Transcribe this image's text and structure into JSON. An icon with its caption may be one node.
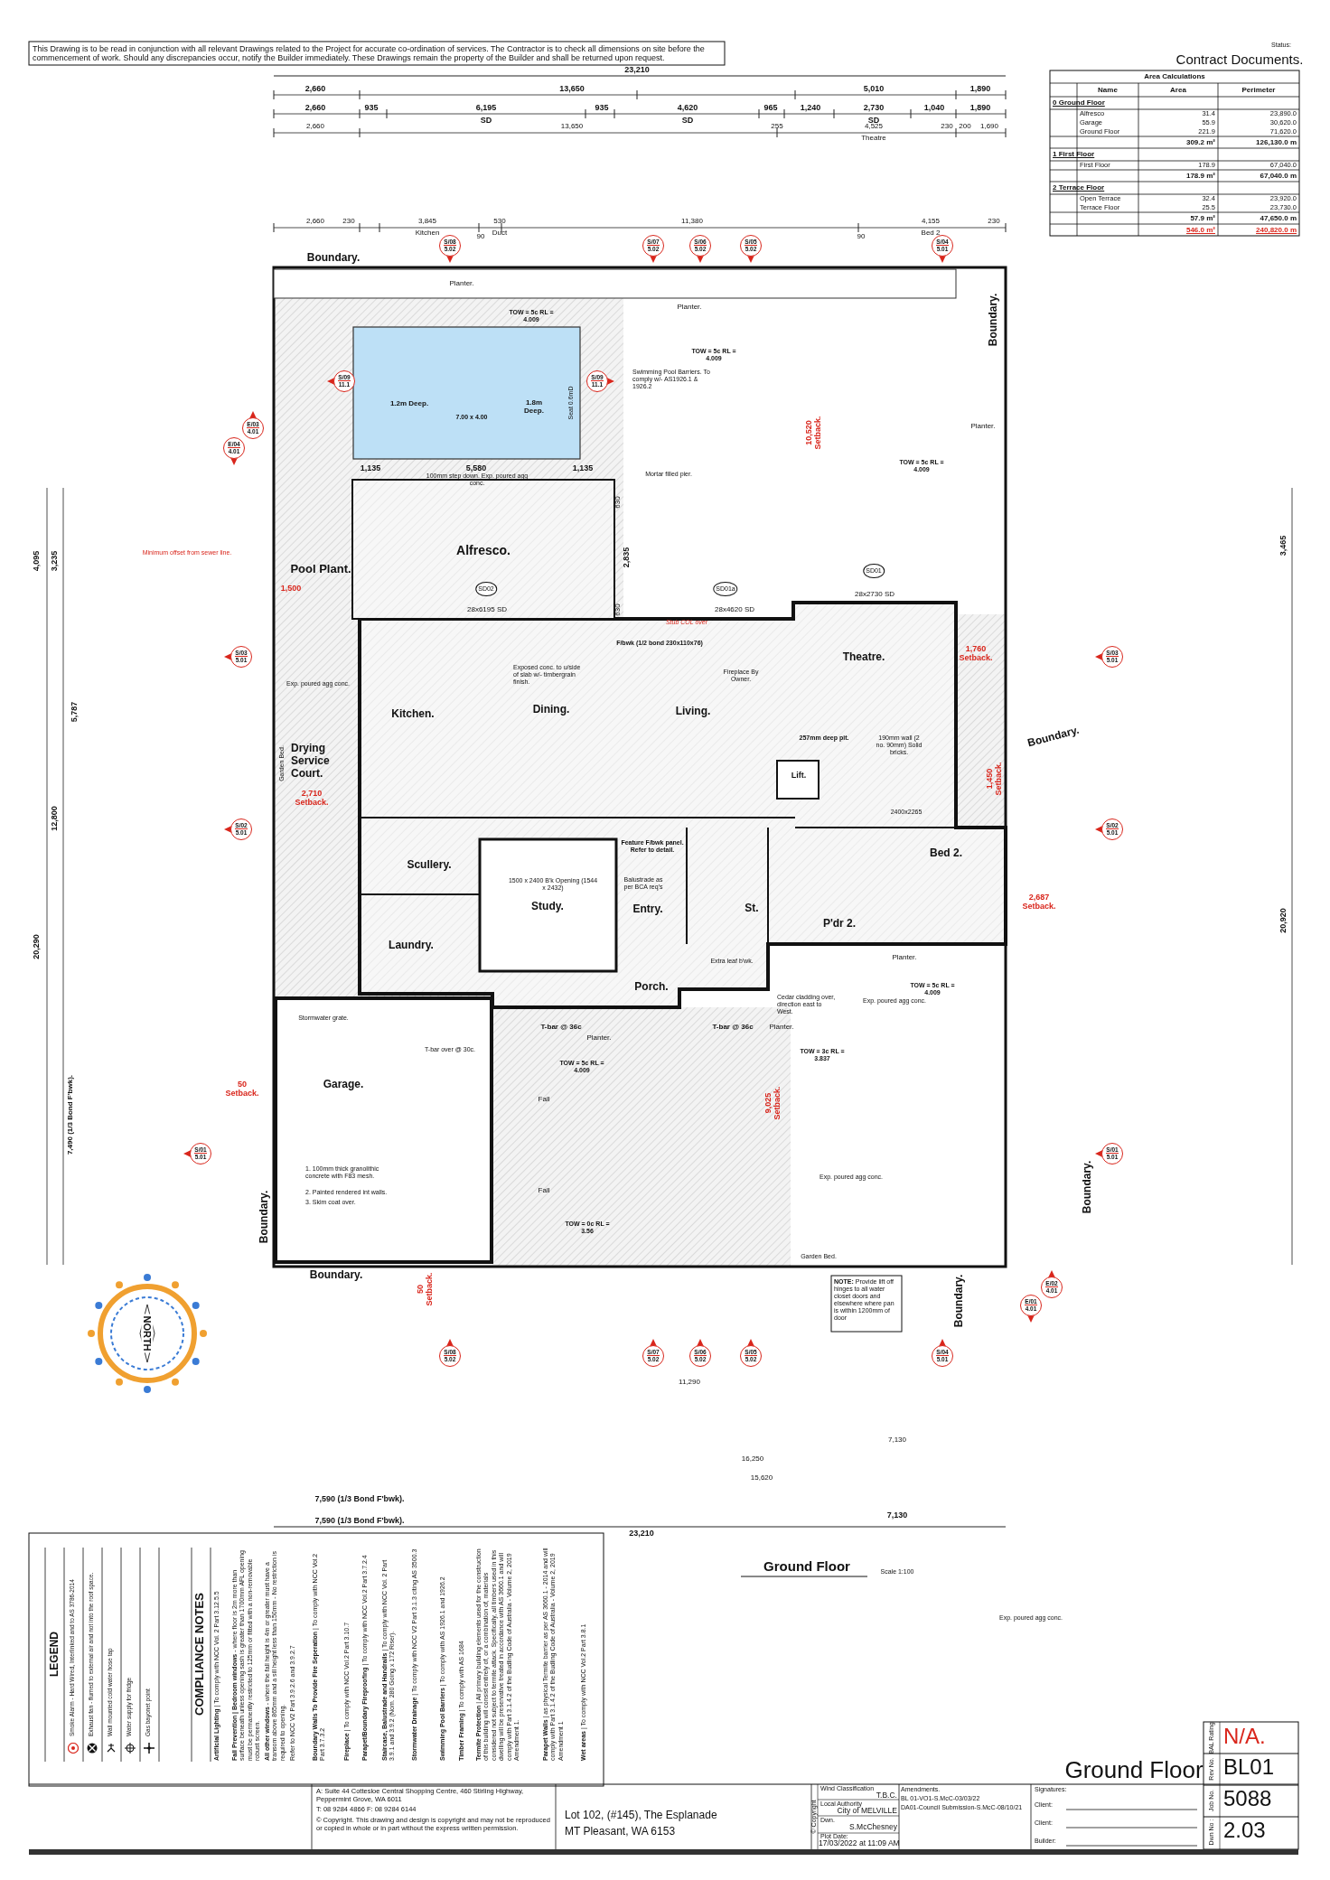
{
  "diagram": {
    "title": "Ground Floor",
    "nodes": [
      {
        "text": [
          "S/08",
          "5.02"
        ]
      },
      {
        "text": [
          "S/07",
          "5.02"
        ]
      },
      {
        "text": [
          "S/06",
          "5.02"
        ]
      },
      {
        "text": [
          "S/05",
          "5.02"
        ]
      },
      {
        "text": [
          "S/04",
          "5.01"
        ]
      },
      {
        "text": [
          "S/09",
          "11.1"
        ]
      },
      {
        "text": [
          "S/09",
          "11.1"
        ]
      },
      {
        "text": [
          "E/03",
          "4.01"
        ]
      },
      {
        "text": [
          "E/04",
          "4.01"
        ]
      },
      {
        "text": [
          "S/03",
          "5.01"
        ]
      },
      {
        "text": [
          "S/03",
          "5.01"
        ]
      },
      {
        "text": [
          "S/02",
          "5.01"
        ]
      },
      {
        "text": [
          "S/02",
          "5.01"
        ]
      },
      {
        "text": [
          "S/01",
          "5.01"
        ]
      },
      {
        "text": [
          "S/01",
          "5.01"
        ]
      },
      {
        "text": [
          "E/02",
          "4.01"
        ]
      },
      {
        "text": [
          "E/01",
          "4.01"
        ]
      },
      {
        "text": [
          "S/08",
          "5.02"
        ]
      },
      {
        "text": [
          "S/07",
          "5.02"
        ]
      },
      {
        "text": [
          "S/06",
          "5.02"
        ]
      },
      {
        "text": [
          "S/05",
          "5.02"
        ]
      },
      {
        "text": [
          "S/04",
          "5.01"
        ]
      }
    ],
    "labels": [
      "This Drawing is to be read in conjunction with all relevant Drawings related to the Project for accurate co-ordination of services. The Contractor is to check all dimensions on site before the commencement of work. Should any discrepancies occur, notify the Builder immediately. These Drawings remain the property of the Builder and shall be returned upon request.",
      "Status:",
      "Contract Documents.",
      "Area Calculations",
      "Name",
      "Area",
      "Perimeter",
      "0 Ground Floor",
      "Alfresco",
      "31.4",
      "23,890.0",
      "Garage",
      "55.9",
      "30,620.0",
      "Ground Floor",
      "221.9",
      "71,620.0",
      "309.2 m²",
      "126,130.0 m",
      "1 First Floor",
      "First Floor",
      "178.9",
      "67,040.0",
      "178.9 m²",
      "67,040.0 m",
      "2 Terrace Floor",
      "Open Terrace",
      "32.4",
      "23,920.0",
      "Terrace Floor",
      "25.5",
      "23,730.0",
      "57.9 m²",
      "47,650.0 m",
      "546.0 m²",
      "240,820.0 m",
      "23,210",
      "2,660",
      "13,650",
      "5,010",
      "1,890",
      "2,660",
      "935",
      "6,195",
      "SD",
      "935",
      "4,620",
      "SD",
      "965",
      "1,240",
      "2,730",
      "SD",
      "1,040",
      "1,890",
      "2,660",
      "13,650",
      "255",
      "4,525",
      "Theatre",
      "230",
      "200",
      "1,690",
      "2,660",
      "230",
      "3,845",
      "Kitchen",
      "90",
      "530",
      "Duct",
      "11,380",
      "90",
      "4,155",
      "Bed 2",
      "230",
      "Boundary.",
      "Boundary.",
      "Boundary.",
      "Boundary.",
      "Boundary.",
      "Boundary.",
      "Boundary.",
      "Planter.",
      "Planter.",
      "Planter.",
      "Planter.",
      "Planter.",
      "Planter.",
      "1.2m Deep.",
      "7.00 x 4.00",
      "1.8m Deep.",
      "Seat 0.6mD",
      "TOW = 5c RL = 4.009",
      "TOW = 5c RL = 4.009",
      "TOW = 5c RL = 4.009",
      "Swimming Pool Barriers. To comply w/- AS1926.1 & 1926.2",
      "10,520 Setback.",
      "1,135",
      "5,580",
      "1,135",
      "100mm step down. Exp. poured agg conc.",
      "Mortar filled pier.",
      "Alfresco.",
      "Pool Plant.",
      "2,835",
      "630",
      "630",
      "SD02",
      "SD01a",
      "SD01",
      "28x6195 SD",
      "28x4620 SD",
      "28x2730 SD",
      "Stub COL over",
      "Minimum offset from sewer line.",
      "1,500",
      "Kitchen.",
      "Dining.",
      "Living.",
      "Theatre.",
      "Drying Service Court.",
      "Scullery.",
      "Study.",
      "Entry.",
      "St.",
      "P'dr 2.",
      "Bed 2.",
      "Laundry.",
      "Porch.",
      "Lift.",
      "Garage.",
      "Exposed conc. to u/side of slab w/- timbergrain finish.",
      "F/bwk (1/2 bond 230x110x76)",
      "Fireplace By Owner.",
      "Exp. poured agg conc.",
      "Garden Bed.",
      "2,710 Setback.",
      "1500 x 2400 B'k Opening (1544 x 2432)",
      "Balustrade as per BCA req's",
      "Feature F/bwk panel. Refer to detail.",
      "Cedar cladding over, direction east to West.",
      "Exp. poured agg conc.",
      "T-bar @ 36c",
      "T-bar @ 36c",
      "Stormwater grate.",
      "2400x2265",
      "257mm deep pit.",
      "190mm wall (2 no. 90mm) Solid bricks.",
      "Extra leaf b'wk.",
      "1,760 Setback.",
      "1,450 Setback.",
      "2,687 Setback.",
      "50 Setback.",
      "50 Setback.",
      "9,025 Setback.",
      "1. 100mm thick granolithic concrete with F83 mesh.",
      "2. Painted rendered int walls.",
      "3. Skim coat over.",
      "T-bar over @ 30c.",
      "Fall",
      "Fall",
      "TOW = 5c RL = 4.009",
      "TOW = 0c RL = 3.56",
      "TOW = 3c RL = 3.837",
      "TOW = 5c RL = 4.009",
      "Exp. poured agg conc.",
      "Garden Bed.",
      "Exp. poured agg conc.",
      "**NOTE:** Provide lift off hinges to all water closet doors and elsewhere where pan is within 1200mm of door",
      "4,095",
      "3,235",
      "5,787",
      "12,800",
      "20,290",
      "7,490 (1/3 Bond F'bwk).",
      "3,465",
      "20,920",
      "11,290",
      "16,250",
      "15,620",
      "7,130",
      "7,590 (1/3 Bond F'bwk).",
      "7,590 (1/3 Bond F'bwk).",
      "7,130",
      "23,210",
      "NORTH",
      "Scale 1:100",
      "LEGEND",
      "COMPLIANCE NOTES",
      "**Artificial Lighting** | To comply with NCC Vol. 2 Part 3.12.5.5",
      "**Fall Prevention | Bedroom windows** - where floor is 2m more than surface beneath unless opening sash is greater than 1700mm AFL opening must be permanently restricted to 125mm or fitted with a non-removable robust screen.",
      "**All other windows** - where the fall height is 4m or greater must have a transom above 865mm and a sill height less than 150mm - No restriction is required to opening.",
      "Refer to NCC V2 Part 3.9.2.6 and 3.9.2.7",
      "**Boundary Walls To Provide Fire Seperation** | To comply with NCC Vol.2 Part 3.7.3.2",
      "**Fireplace** | To comply with NCC Vol.2 Part 3.10.7",
      "**Parapet/Boundary Fireproofing** | To comply with NCC Vol.2 Part 3.7.2.4",
      "**Staircase, Balustrade and Handrails** | To comply with NCC Vol. 2 Part 3.9.1 and 3.9.2 (Nom. 280 Going x 172 Riser).",
      "**Stormwater Drainage** | To comply with NCC V2 Part 3.1.3 citing AS 3500.3",
      "**Swimming Pool Barriers** | To comply with AS 1926.1 and 1926.2",
      "**Timber Framing** | To comply with AS 1684",
      "**Termite Protection** | All primary building elements used for the construction of this building will consist entirely of, or a combination of, materials considered not subject to termite attack. Specifically, all timbers used in this dwelling will be preservative treated in accordance with AS 3660.1 and will comply with Part 3.1.4.2 of the Budling Code of Australia - Volume 2, 2019 Amendment 1.",
      "**Parapet Walls** | as physical Termite barrier as per AS 3660.1 - 2014 and will comply with Part 3.1.4.2 of the Budling Code of Australia - Volume 2, 2019 Amendment 1",
      "**Wet areas** | To comply with NCC Vol.2 Part 3.8.1",
      "A: Suite 44 Cottesloe Central Shopping Centre, 460 Stirling Highway, Peppermint Grove, WA 6011",
      "T: 08 9284 4866 F: 08 9284 6144",
      "© Copyright. This drawing and design is copyright and may not be reproduced or copied in whole or in part without the express written permission.",
      "Lot 102, (#145), The Esplanade",
      "MT Pleasant, WA 6153",
      "Wind Classification",
      "T.B.C.",
      "Local Authority",
      "City of MELVILLE",
      "Dwn.",
      "S.McChesney",
      "Plot Date:",
      "17/03/2022 at 11:09 AM",
      "© Copyright",
      "Amendments.",
      "BL 01-VO1-S.McC-03/03/22",
      "DA01-Council Submission-S.McC-08/10/21",
      "Signatures:",
      "Client:",
      "Client:",
      "Builder:",
      "BAL Rating",
      "N/A.",
      "Rev No.",
      "BL01",
      "Job No.",
      "5088",
      "Dwn No :",
      "2.03",
      "Ground Floor"
    ],
    "legend": [
      {
        "text": "Smoke Alarm - Hard Wired, Interlinked and to AS 3786-2014"
      },
      {
        "text": "Exhaust fan - flumed to external air and not into the roof space."
      },
      {
        "text": "Wall mounted cold water hose tap"
      },
      {
        "text": "Water supply for fridge"
      },
      {
        "text": "Gas bayonet point"
      }
    ]
  }
}
